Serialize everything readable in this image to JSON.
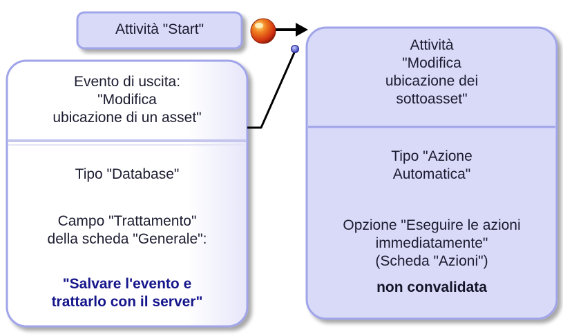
{
  "start_activity": {
    "label": "Attività \"Start\""
  },
  "output_event": {
    "header": "Evento di uscita:\n\"Modifica\nubicazione di un asset\"",
    "type_label": "Tipo \"Database\"",
    "field_label": "Campo \"Trattamento\"\ndella scheda \"Generale\":",
    "field_value": "\"Salvare l'evento e\ntrattarlo con il server\""
  },
  "target_activity": {
    "header": "Attività\n\"Modifica\nubicazione dei\nsottoasset\"",
    "type_label": "Tipo \"Azione\nAutomatica\"",
    "option_label": "Opzione \"Eseguire le azioni\nimmediatamente\"\n(Scheda \"Azioni\")",
    "option_value": "non convalidata"
  },
  "colors": {
    "box_fill": "#d8daf8",
    "box_border": "#a0a4e8",
    "connector": "#000000",
    "start_ball": "#e8501a"
  }
}
